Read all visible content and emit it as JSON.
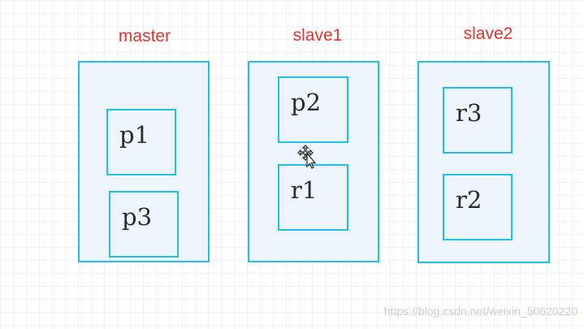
{
  "nodes": {
    "master": {
      "title": "master",
      "shards": [
        "p1",
        "p3"
      ]
    },
    "slave1": {
      "title": "slave1",
      "shards": [
        "p2",
        "r1"
      ]
    },
    "slave2": {
      "title": "slave2",
      "shards": [
        "r3",
        "r2"
      ]
    }
  },
  "cursor_icon": "move-cursor-icon",
  "watermark": "https://blog.csdn.net/weixin_50620220",
  "colors": {
    "title": "#e8322b",
    "border": "#1ec0e6",
    "fill": "#eef4fb"
  }
}
